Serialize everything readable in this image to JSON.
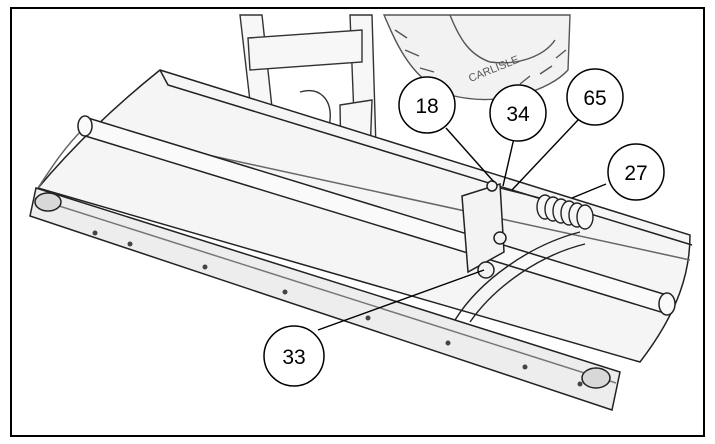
{
  "diagram": {
    "subject": "plow-blade-assembly",
    "callouts": [
      {
        "id": "c18",
        "label": "18"
      },
      {
        "id": "c34",
        "label": "34"
      },
      {
        "id": "c65",
        "label": "65"
      },
      {
        "id": "c27",
        "label": "27"
      },
      {
        "id": "c33",
        "label": "33"
      }
    ],
    "tire_sidewall_text": "CARLISLE"
  }
}
